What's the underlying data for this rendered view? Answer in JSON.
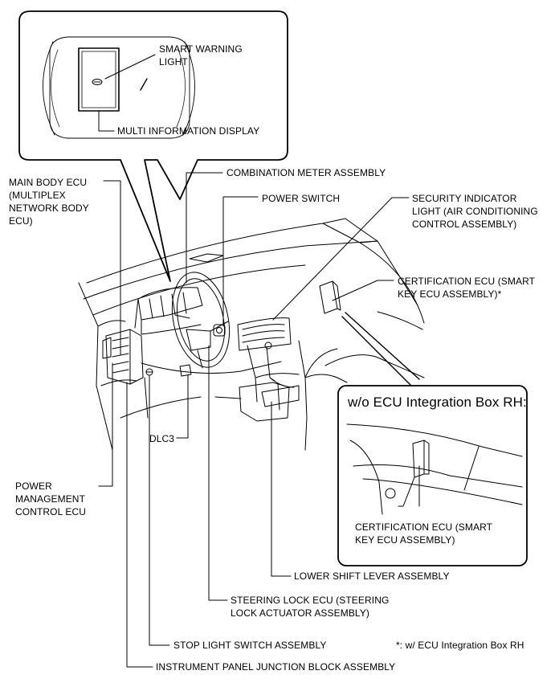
{
  "inset_top": {
    "labels": {
      "smart_warning_light": "SMART WARNING\nLIGHT",
      "multi_information_display": "MULTI INFORMATION DISPLAY"
    }
  },
  "main_labels": {
    "main_body_ecu": "MAIN BODY ECU\n(MULTIPLEX\nNETWORK BODY\nECU)",
    "combination_meter_assembly": "COMBINATION METER ASSEMBLY",
    "power_switch": "POWER SWITCH",
    "security_indicator_light": "SECURITY INDICATOR\nLIGHT (AIR CONDITIONING\nCONTROL ASSEMBLY)",
    "certification_ecu": "CERTIFICATION ECU (SMART\nKEY ECU ASSEMBLY)*",
    "dlc3": "DLC3",
    "power_management_control_ecu": "POWER\nMANAGEMENT\nCONTROL ECU",
    "lower_shift_lever_assembly": "LOWER SHIFT LEVER ASSEMBLY",
    "steering_lock_ecu": "STEERING LOCK ECU (STEERING\nLOCK ACTUATOR ASSEMBLY)",
    "stop_light_switch_assembly": "STOP LIGHT SWITCH ASSEMBLY",
    "instrument_panel_junction_block": "INSTRUMENT PANEL JUNCTION BLOCK ASSEMBLY"
  },
  "inset_right": {
    "title": "w/o ECU Integration Box RH:",
    "certification_ecu": "CERTIFICATION ECU (SMART\nKEY ECU ASSEMBLY)"
  },
  "footnote": "*: w/ ECU Integration Box RH"
}
